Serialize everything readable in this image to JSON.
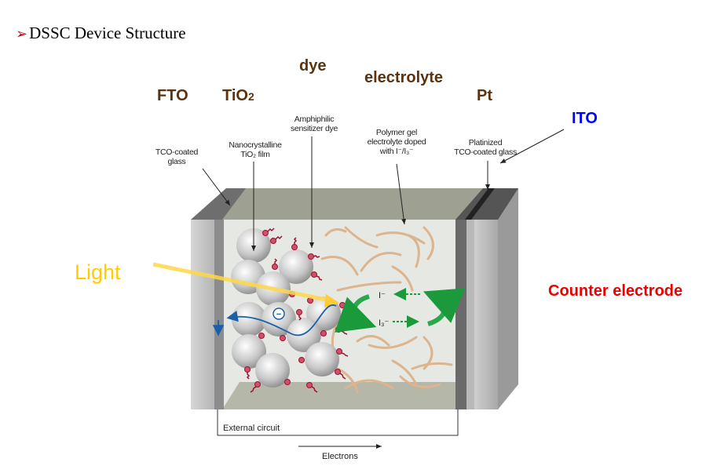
{
  "header": {
    "bullet_icon": "arrowhead-bullet",
    "title": "DSSC Device Structure"
  },
  "labels": {
    "fto": "FTO",
    "tio2_base": "TiO",
    "tio2_sub": "2",
    "dye": "dye",
    "electrolyte": "electrolyte",
    "pt": "Pt",
    "ito": "ITO",
    "light": "Light",
    "counter_electrode": "Counter electrode"
  },
  "captions": {
    "tco_glass": [
      "TCO-coated",
      "glass"
    ],
    "tio2_film": [
      "Nanocrystalline",
      "TiO₂ film"
    ],
    "dye": [
      "Amphiphilic",
      "sensitizer dye"
    ],
    "electrolyte": [
      "Polymer gel",
      "electrolyte doped",
      "with I⁻/I₃⁻"
    ],
    "platinized": [
      "Platinized",
      "TCO-coated glass"
    ],
    "iodide": "I⁻",
    "triiodide": "I₃⁻",
    "electron_symbol": "−",
    "external_circuit": "External circuit",
    "electrons": "Electrons"
  },
  "colors": {
    "label_brown": "#5a3412",
    "ito_blue": "#0000ff",
    "light_yellow": "#ffcc00",
    "counter_red": "#ee0000",
    "bullet_red": "#cc0000"
  }
}
